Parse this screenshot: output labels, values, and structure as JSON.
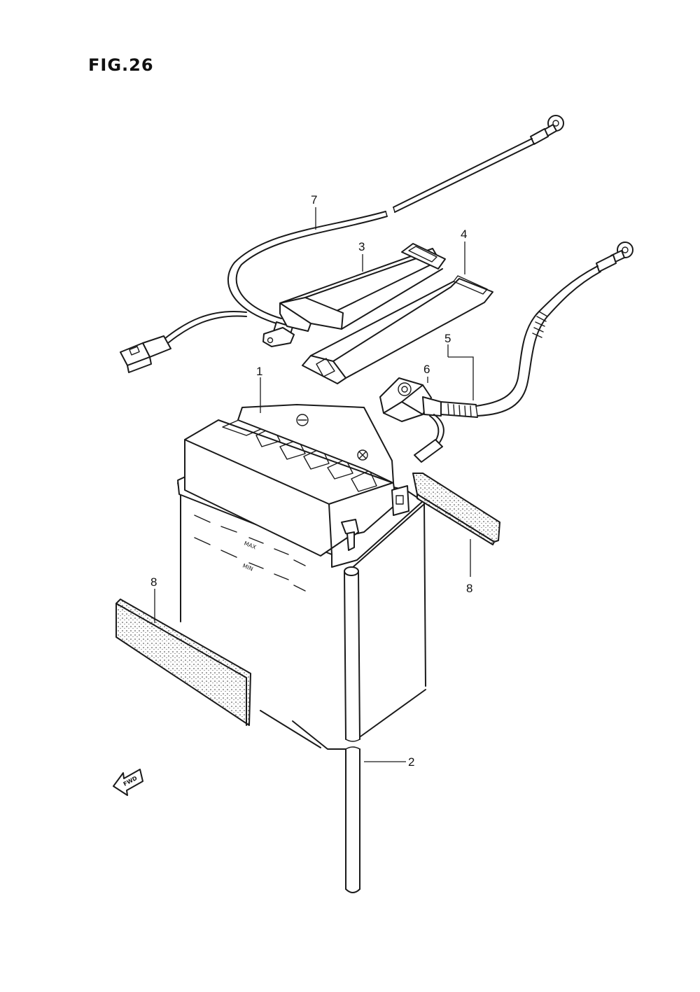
{
  "figure": {
    "title": "FIG.26"
  },
  "battery_marks": {
    "max": "MAX",
    "min": "MIN"
  },
  "direction_arrow": {
    "label": "FWD"
  },
  "callouts": {
    "c1": "1",
    "c2": "2",
    "c3": "3",
    "c4": "4",
    "c5": "5",
    "c6": "6",
    "c7": "7",
    "c8_left": "8",
    "c8_right": "8"
  }
}
